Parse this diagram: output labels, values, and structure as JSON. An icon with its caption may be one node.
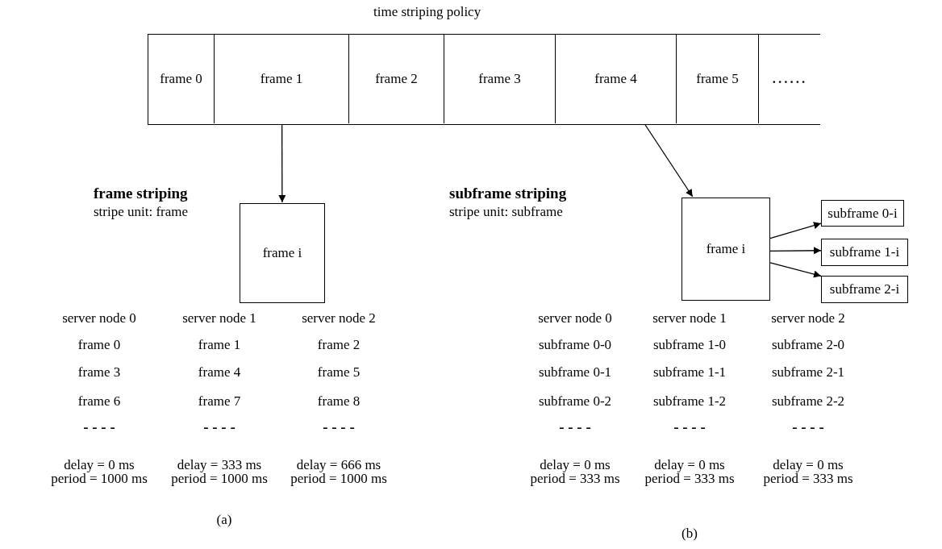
{
  "diagram": {
    "nodes": [
      {
        "text": [
          "time striping policy"
        ]
      },
      {
        "text": [
          "frame 0"
        ],
        "in": 0
      },
      {
        "text": [
          "frame 1"
        ],
        "in": 0
      },
      {
        "text": [
          "frame 2"
        ],
        "in": 0
      },
      {
        "text": [
          "frame 3"
        ],
        "in": 0
      },
      {
        "text": [
          "frame 4"
        ],
        "in": 0
      },
      {
        "text": [
          "frame 5"
        ],
        "in": 0
      },
      {
        "text": [
          "......"
        ],
        "in": 0
      },
      {
        "text": [
          "frame i"
        ]
      },
      {
        "text": [
          "frame i"
        ]
      },
      {
        "text": [
          "subframe 0-i"
        ]
      },
      {
        "text": [
          "subframe 1-i"
        ]
      },
      {
        "text": [
          "subframe 2-i"
        ]
      }
    ],
    "edges": [
      {
        "from": 2,
        "to": 8,
        "arrow": "to"
      },
      {
        "from": 5,
        "to": 9,
        "arrow": "to"
      },
      {
        "from": 9,
        "to": 10,
        "arrow": "to"
      },
      {
        "from": 9,
        "to": 11,
        "arrow": "to"
      },
      {
        "from": 9,
        "to": 12,
        "arrow": "to"
      }
    ],
    "labels": [
      "frame striping",
      "stripe unit: frame",
      "subframe striping",
      "stripe unit: subframe",
      "server node 0",
      "server node 1",
      "server node 2",
      "frame 0",
      "frame 1",
      "frame 2",
      "frame 3",
      "frame 4",
      "frame 5",
      "frame 6",
      "frame 7",
      "frame 8",
      "- - - -",
      "- - - -",
      "- - - -",
      "delay = 0 ms",
      "delay = 333 ms",
      "delay = 666 ms",
      "period = 1000 ms",
      "period = 1000 ms",
      "period = 1000 ms",
      "(a)",
      "server node 0",
      "server node 1",
      "server node 2",
      "subframe 0-0",
      "subframe 1-0",
      "subframe 2-0",
      "subframe 0-1",
      "subframe 1-1",
      "subframe 2-1",
      "subframe 0-2",
      "subframe 1-2",
      "subframe 2-2",
      "- - - -",
      "- - - -",
      "- - - -",
      "delay = 0 ms",
      "delay = 0 ms",
      "delay = 0 ms",
      "period = 333 ms",
      "period = 333 ms",
      "period = 333 ms",
      "(b)"
    ]
  }
}
